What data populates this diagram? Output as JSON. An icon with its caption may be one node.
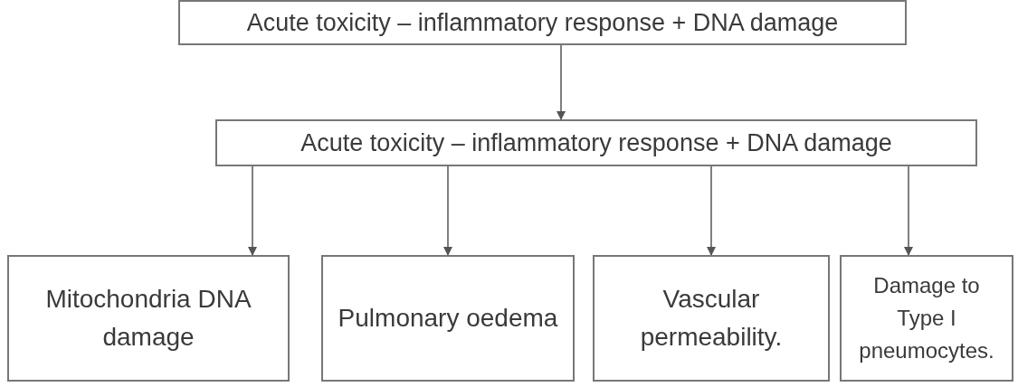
{
  "diagram": {
    "nodes": [
      {
        "text": [
          "Acute toxicity – inflammatory response + DNA damage"
        ]
      },
      {
        "text": [
          "Acute toxicity – inflammatory response + DNA damage"
        ]
      },
      {
        "text": [
          "Mitochondria DNA damage"
        ]
      },
      {
        "text": [
          "Pulmonary oedema"
        ]
      },
      {
        "text": [
          "Vascular permeability."
        ]
      },
      {
        "text": [
          "Damage to Type I pneumocytes."
        ]
      }
    ],
    "edges": [
      {
        "from": 0,
        "to": 1,
        "arrow": "to"
      },
      {
        "from": 1,
        "to": 2,
        "arrow": "to"
      },
      {
        "from": 1,
        "to": 3,
        "arrow": "to"
      },
      {
        "from": 1,
        "to": 4,
        "arrow": "to"
      },
      {
        "from": 1,
        "to": 5,
        "arrow": "to"
      }
    ]
  }
}
